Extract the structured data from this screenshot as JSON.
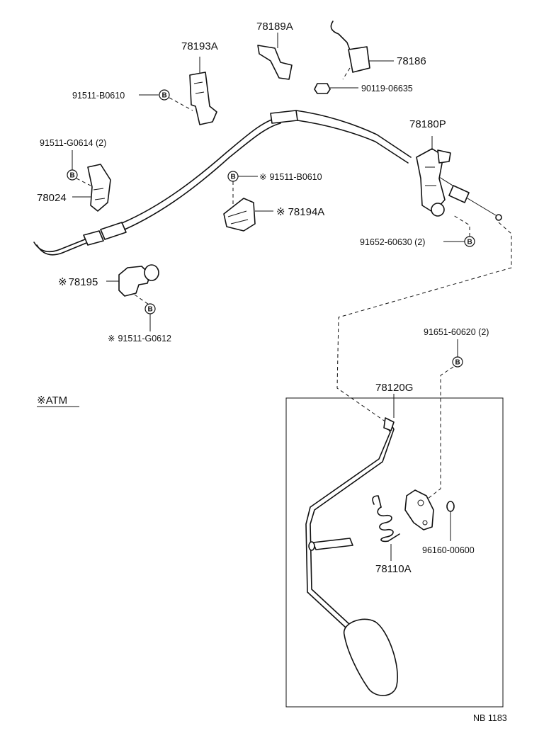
{
  "labels": {
    "p78193A": "78193A",
    "p78189A": "78189A",
    "p78186": "78186",
    "p90119": "90119-06635",
    "p91511B0610_top": "91511-B0610",
    "p78180P": "78180P",
    "p91511G0614": "91511-G0614 (2)",
    "p78024": "78024",
    "p91511B0610_mid": "91511-B0610",
    "p78194A": "78194A",
    "p91652": "91652-60630 (2)",
    "p78195": "78195",
    "p91511G0612": "91511-G0612",
    "p91651": "91651-60620 (2)",
    "atm_note": "ATM",
    "p78120G": "78120G",
    "p96160": "96160-00600",
    "p78110A": "78110A",
    "footer_code": "NB 1183"
  },
  "symbols": {
    "asterisk": "※",
    "bolt_letter": "B"
  }
}
